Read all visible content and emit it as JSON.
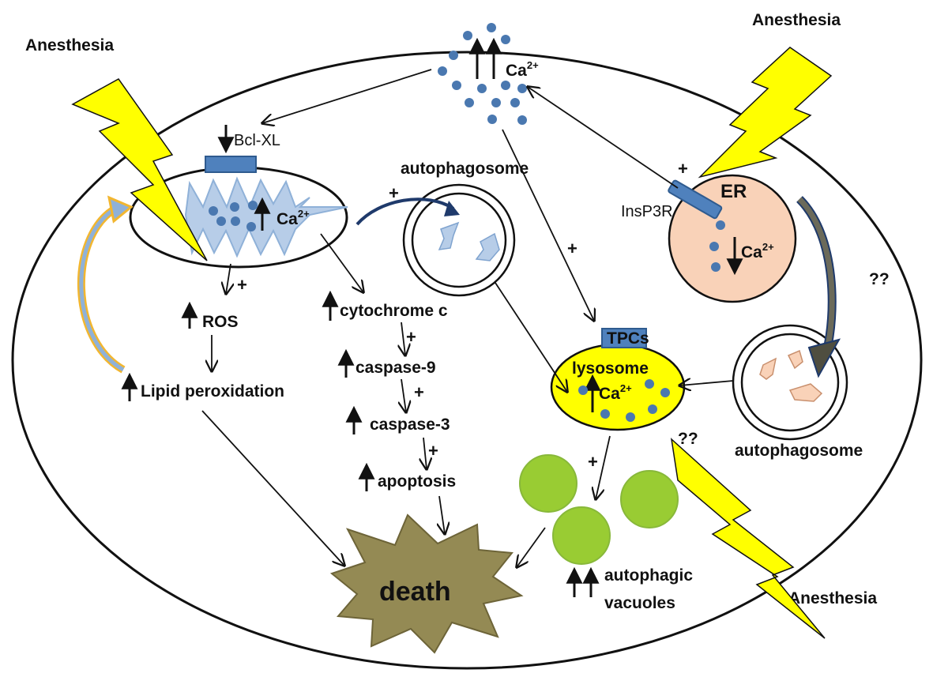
{
  "colors": {
    "lightning": "#ffff00",
    "calcium": "#4a78b0",
    "channel": "#4f81bd",
    "er": "#f9d2b8",
    "lysosome": "#ffff00",
    "vacuole": "#99cc33",
    "death": "#948a54",
    "mitochondrion": "#b7cde8"
  },
  "labels": {
    "anesthesia_tl": "Anesthesia",
    "anesthesia_tr": "Anesthesia",
    "anesthesia_br": "Anesthesia",
    "ca_top": "Ca",
    "ca_sup": "2+",
    "bclxl": "Bcl-XL",
    "ca_mito": "Ca",
    "ca_mito_sup": "2+",
    "autophagosome_top": "autophagosome",
    "autophagosome_bottom": "autophagosome",
    "er": "ER",
    "insp3r": "InsP3R",
    "ca_er": "Ca",
    "ca_er_sup": "2+",
    "qq_right": "??",
    "qq_lyso": "??",
    "tpcs": "TPCs",
    "lysosome": "lysosome",
    "ca_lyso": "Ca",
    "ca_lyso_sup": "2+",
    "ros": "ROS",
    "lipid": "Lipid peroxidation",
    "cytochrome": "cytochrome c",
    "casp9": "caspase-9",
    "casp3": "caspase-3",
    "apoptosis": "apoptosis",
    "death": "death",
    "vacuoles_1": "autophagic",
    "vacuoles_2": "vacuoles",
    "plus": "+"
  }
}
